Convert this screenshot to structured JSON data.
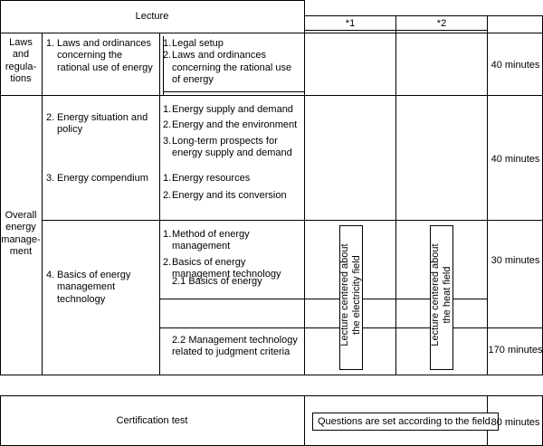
{
  "header": {
    "lecture": "Lecture",
    "col1": "*1",
    "col2": "*2"
  },
  "laws": {
    "category": "Laws and regula-tions",
    "category_lines": [
      "Laws",
      "and",
      "regula-",
      "tions"
    ],
    "subject": "1. Laws and ordinances concerning the rational use of energy",
    "subject_num": "1.",
    "subject_text": "Laws and ordinances concerning the rational use of energy",
    "items": [
      {
        "num": "1.",
        "text": "Legal setup"
      },
      {
        "num": "2.",
        "text": "Laws and ordinances concerning  the rational use of energy"
      }
    ],
    "duration": "40 minutes"
  },
  "overall": {
    "category_lines": [
      "Overall",
      "energy",
      "manage-",
      "ment"
    ],
    "subject2": {
      "num": "2.",
      "text": "Energy situation and policy"
    },
    "subject2_items": [
      {
        "num": "1.",
        "text": "Energy supply and demand"
      },
      {
        "num": "2.",
        "text": "Energy and the environment"
      },
      {
        "num": "3.",
        "text": "Long-term prospects for energy supply and demand"
      }
    ],
    "subject3": {
      "num": "3.",
      "text": "Energy compendium"
    },
    "subject3_items": [
      {
        "num": "1.",
        "text": "Energy resources"
      },
      {
        "num": "2.",
        "text": "Energy and its conversion"
      }
    ],
    "duration_2_3": "40 minutes",
    "subject4": {
      "num": "4.",
      "text": "Basics of energy management technology"
    },
    "subject4_items": [
      {
        "num": "1.",
        "text": "Method of energy management"
      },
      {
        "num": "2.",
        "text": "Basics of energy management technology"
      }
    ],
    "sub_2_1": "2.1  Basics of energy",
    "sub_2_2": "2.2  Management technology related to judgment criteria",
    "duration_4a": "30 minutes",
    "duration_4b": "170 minutes",
    "vertical_1": "Lecture centered about the electricity field",
    "vertical_1_lines": [
      "Lecture centered about",
      "the electricity field"
    ],
    "vertical_2": "Lecture centered about the heat field",
    "vertical_2_lines": [
      "Lecture centered about",
      "the heat field"
    ]
  },
  "certification": {
    "label": "Certification test",
    "note": "Questions are set according to the field.",
    "duration": "80 minutes"
  }
}
